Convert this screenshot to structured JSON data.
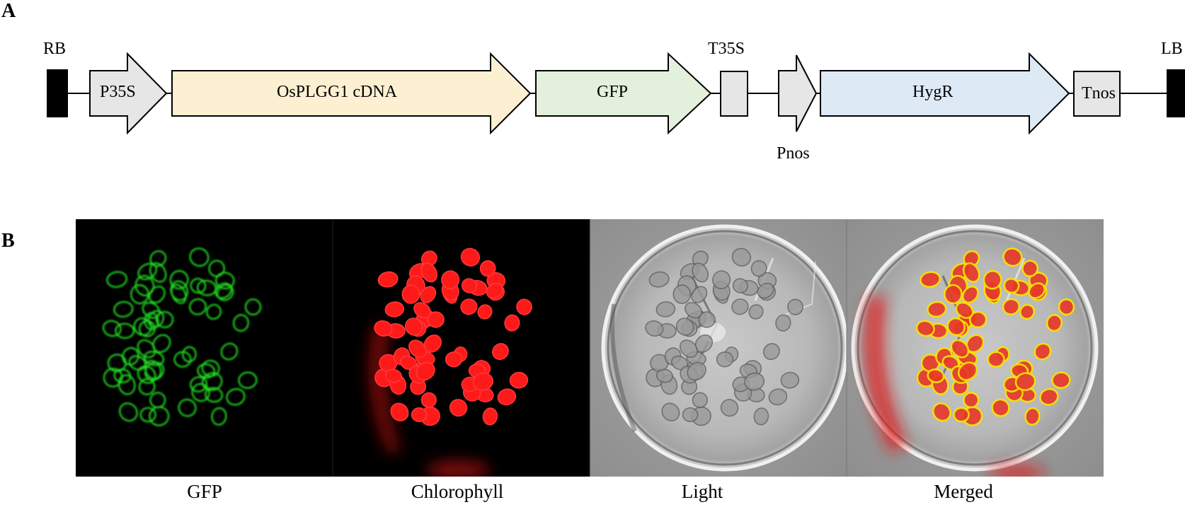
{
  "panel_a": {
    "letter": "A",
    "border_labels": {
      "rb": "RB",
      "lb": "LB"
    },
    "elements": {
      "p35s": "P35S",
      "osplgg1": "OsPLGG1 cDNA",
      "gfp": "GFP",
      "t35s": "T35S",
      "pnos": "Pnos",
      "hygr": "HygR",
      "tnos": "Tnos"
    },
    "colors": {
      "promoter_fill": "#e6e6e6",
      "cdna_fill": "#fdf0d2",
      "gfp_fill": "#e2f0dc",
      "hygr_fill": "#dde9f5",
      "border_fill": "#000000"
    }
  },
  "panel_b": {
    "letter": "B",
    "captions": [
      "GFP",
      "Chlorophyll",
      "Light",
      "Merged"
    ],
    "colors": {
      "gfp_signal": "#22e022",
      "chlorophyll_signal": "#ff1a1a",
      "merged_ring": "#f5e300",
      "background": "#000000"
    }
  }
}
